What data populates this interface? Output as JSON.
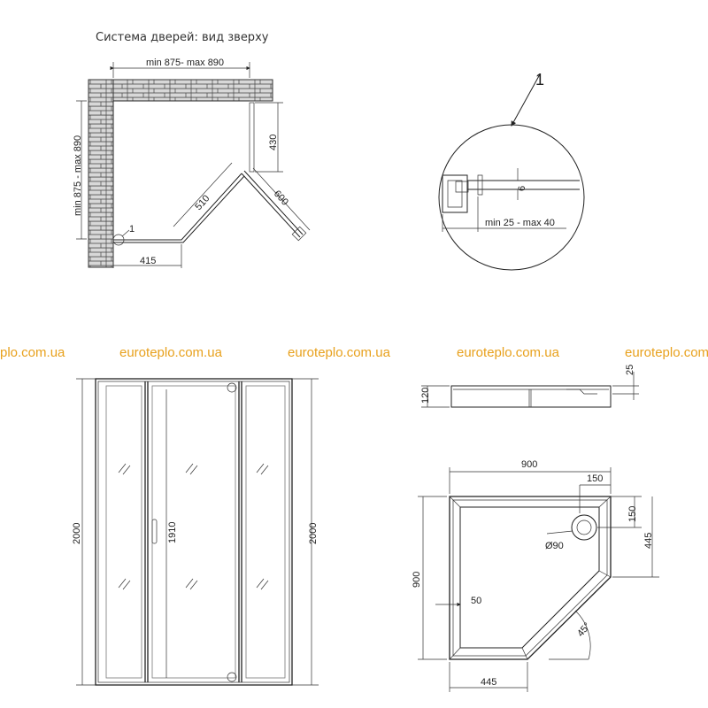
{
  "title": "Система дверей: вид зверху",
  "watermarks": [
    "plo.com.ua",
    "euroteplo.com.ua",
    "euroteplo.com.ua",
    "euroteplo.com.ua",
    "euroteplo.com.ua"
  ],
  "top_view": {
    "width_range": "min 875- max 890",
    "depth_range": "min 875 - max 890",
    "dim_430": "430",
    "dim_510": "510",
    "dim_600": "600",
    "dim_415": "415",
    "callout": "1"
  },
  "detail": {
    "callout": "1",
    "dim_6": "6",
    "range": "min 25 - max 40"
  },
  "front_view": {
    "height_left": "2000",
    "height_right": "2000",
    "door_height": "1910"
  },
  "tray_side": {
    "height": "120",
    "rim": "25"
  },
  "tray_top": {
    "width": "900",
    "depth": "900",
    "drain_offset_x": "150",
    "drain_offset_y": "150",
    "drain_diameter": "Ø90",
    "side_445_right": "445",
    "side_445_bottom": "445",
    "rim_50": "50",
    "angle": "45°"
  },
  "colors": {
    "line": "#222222",
    "brick_fill": "#d8d8d8",
    "watermark": "#e8a11d"
  }
}
